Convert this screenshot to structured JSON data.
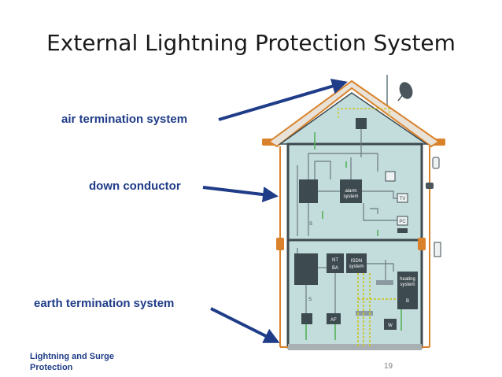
{
  "slide": {
    "title": "External Lightning Protection System",
    "page_number": "19",
    "footer": "Lightning and Surge Protection"
  },
  "callouts": {
    "air_termination": "air termination system",
    "down_conductor": "down conductor",
    "earth_termination": "earth termination system"
  },
  "diagram": {
    "device_labels": {
      "alarm": "alarm",
      "alarm_sub": "system",
      "tv": "TV",
      "pc": "PC",
      "nt": "NT",
      "ba": "BA",
      "isdn": "ISDN",
      "isdn_sub": "system",
      "heating": "heating",
      "heating_sub": "system",
      "af": "AF",
      "w": "W",
      "b": "B",
      "s_upper": "S",
      "s_lower": "S"
    }
  },
  "colors": {
    "callout_text": "#1f3c88",
    "arrow": "#1f3c88",
    "house_fill": "#c3dcdc",
    "house_wall": "#3d4a50",
    "roof_conductor": "#d9822b",
    "equipotential_bonding": "#c8c832",
    "grounding": "#4caf50"
  }
}
